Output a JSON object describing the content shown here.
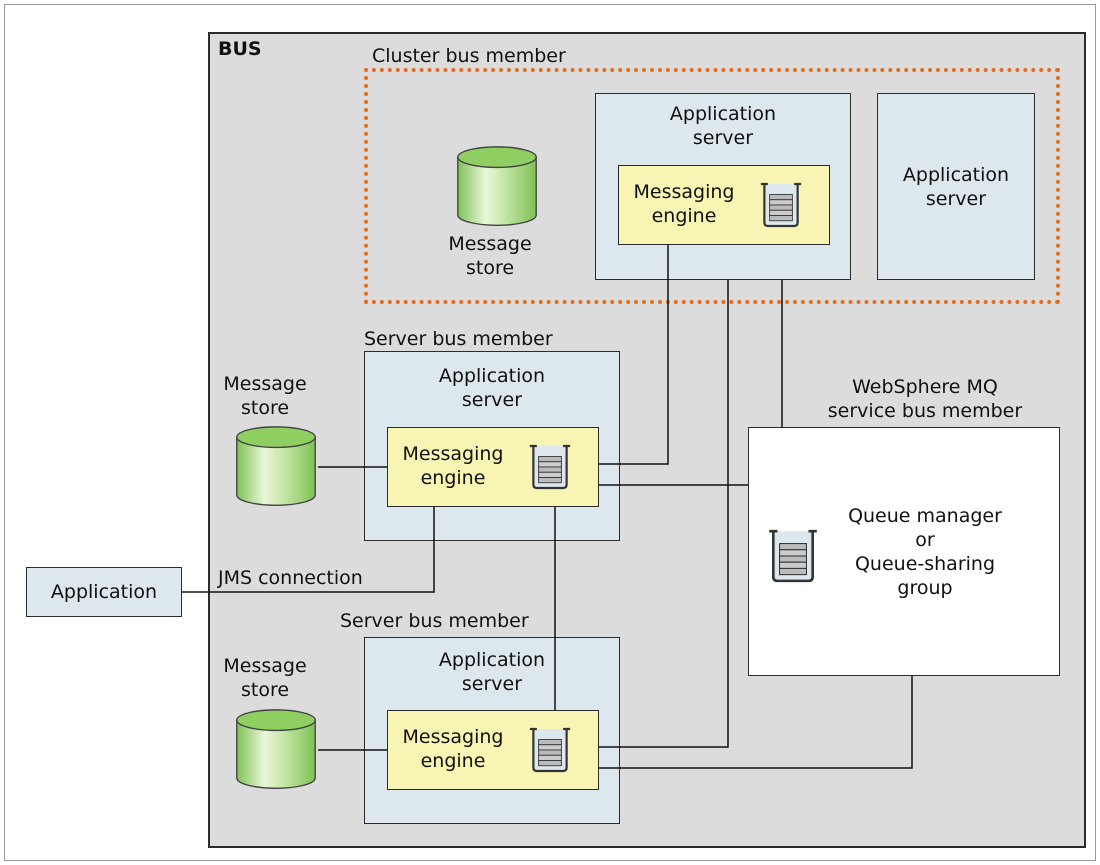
{
  "bus": {
    "title": "BUS"
  },
  "cluster": {
    "label": "Cluster bus member",
    "server1": {
      "line1": "Application",
      "line2": "server"
    },
    "server2": {
      "line1": "Application",
      "line2": "server"
    },
    "engine": {
      "line1": "Messaging",
      "line2": "engine"
    },
    "store": {
      "line1": "Message",
      "line2": "store"
    }
  },
  "member1": {
    "label": "Server bus member",
    "server": {
      "line1": "Application",
      "line2": "server"
    },
    "engine": {
      "line1": "Messaging",
      "line2": "engine"
    },
    "store": {
      "line1": "Message",
      "line2": "store"
    }
  },
  "member2": {
    "label": "Server bus member",
    "server": {
      "line1": "Application",
      "line2": "server"
    },
    "engine": {
      "line1": "Messaging",
      "line2": "engine"
    },
    "store": {
      "line1": "Message",
      "line2": "store"
    }
  },
  "mq": {
    "label_line1": "WebSphere MQ",
    "label_line2": "service bus member",
    "text_line1": "Queue manager",
    "text_line2": "or",
    "text_line3": "Queue-sharing",
    "text_line4": "group"
  },
  "application": {
    "label": "Application"
  },
  "jms": {
    "label": "JMS connection"
  },
  "colors": {
    "bus_bg": "#dcdcdc",
    "server_bg": "#dde7ee",
    "engine_bg": "#f7f4b4",
    "cluster_border": "#e07020",
    "store_green": "#8fcf62"
  }
}
